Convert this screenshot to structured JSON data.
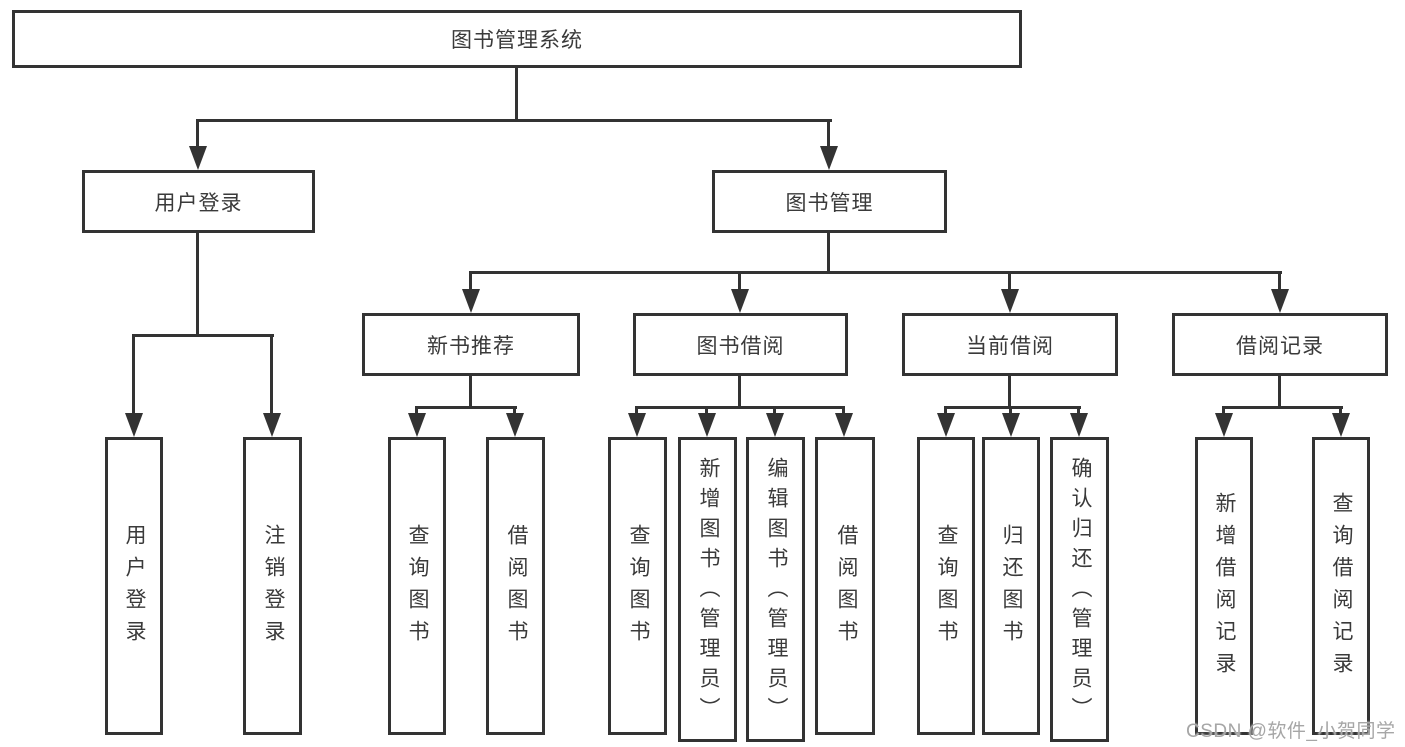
{
  "diagram": {
    "title": "图书管理系统",
    "colors": {
      "line": "#333333",
      "box_border": "#333333",
      "box_fill": "#ffffff",
      "text": "#3a3a3a",
      "watermark": "#a6a6a6",
      "background": "#ffffff"
    },
    "tree": {
      "root": {
        "label": "图书管理系统"
      },
      "branches": [
        {
          "label": "用户登录",
          "children": [
            {
              "label": "用户登录"
            },
            {
              "label": "注销登录"
            }
          ]
        },
        {
          "label": "图书管理",
          "children": [
            {
              "label": "新书推荐",
              "children": [
                {
                  "label": "查询图书"
                },
                {
                  "label": "借阅图书"
                }
              ]
            },
            {
              "label": "图书借阅",
              "children": [
                {
                  "label": "查询图书"
                },
                {
                  "label": "新增图书（管理员）"
                },
                {
                  "label": "编辑图书（管理员）"
                },
                {
                  "label": "借阅图书"
                }
              ]
            },
            {
              "label": "当前借阅",
              "children": [
                {
                  "label": "查询图书"
                },
                {
                  "label": "归还图书"
                },
                {
                  "label": "确认归还（管理员）"
                }
              ]
            },
            {
              "label": "借阅记录",
              "children": [
                {
                  "label": "新增借阅记录"
                },
                {
                  "label": "查询借阅记录"
                }
              ]
            }
          ]
        }
      ]
    }
  },
  "watermark": {
    "text": "CSDN @软件_小贺同学"
  }
}
